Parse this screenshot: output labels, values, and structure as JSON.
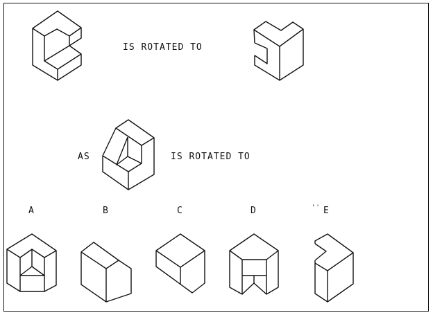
{
  "prompt": {
    "line1": "IS ROTATED TO",
    "as": "AS",
    "line2": "IS ROTATED TO"
  },
  "options": [
    {
      "label": "A"
    },
    {
      "label": "B"
    },
    {
      "label": "C"
    },
    {
      "label": "D"
    },
    {
      "label": "E"
    }
  ],
  "stray_mark": "''",
  "colors": {
    "ink": "#111111",
    "background": "#ffffff"
  }
}
